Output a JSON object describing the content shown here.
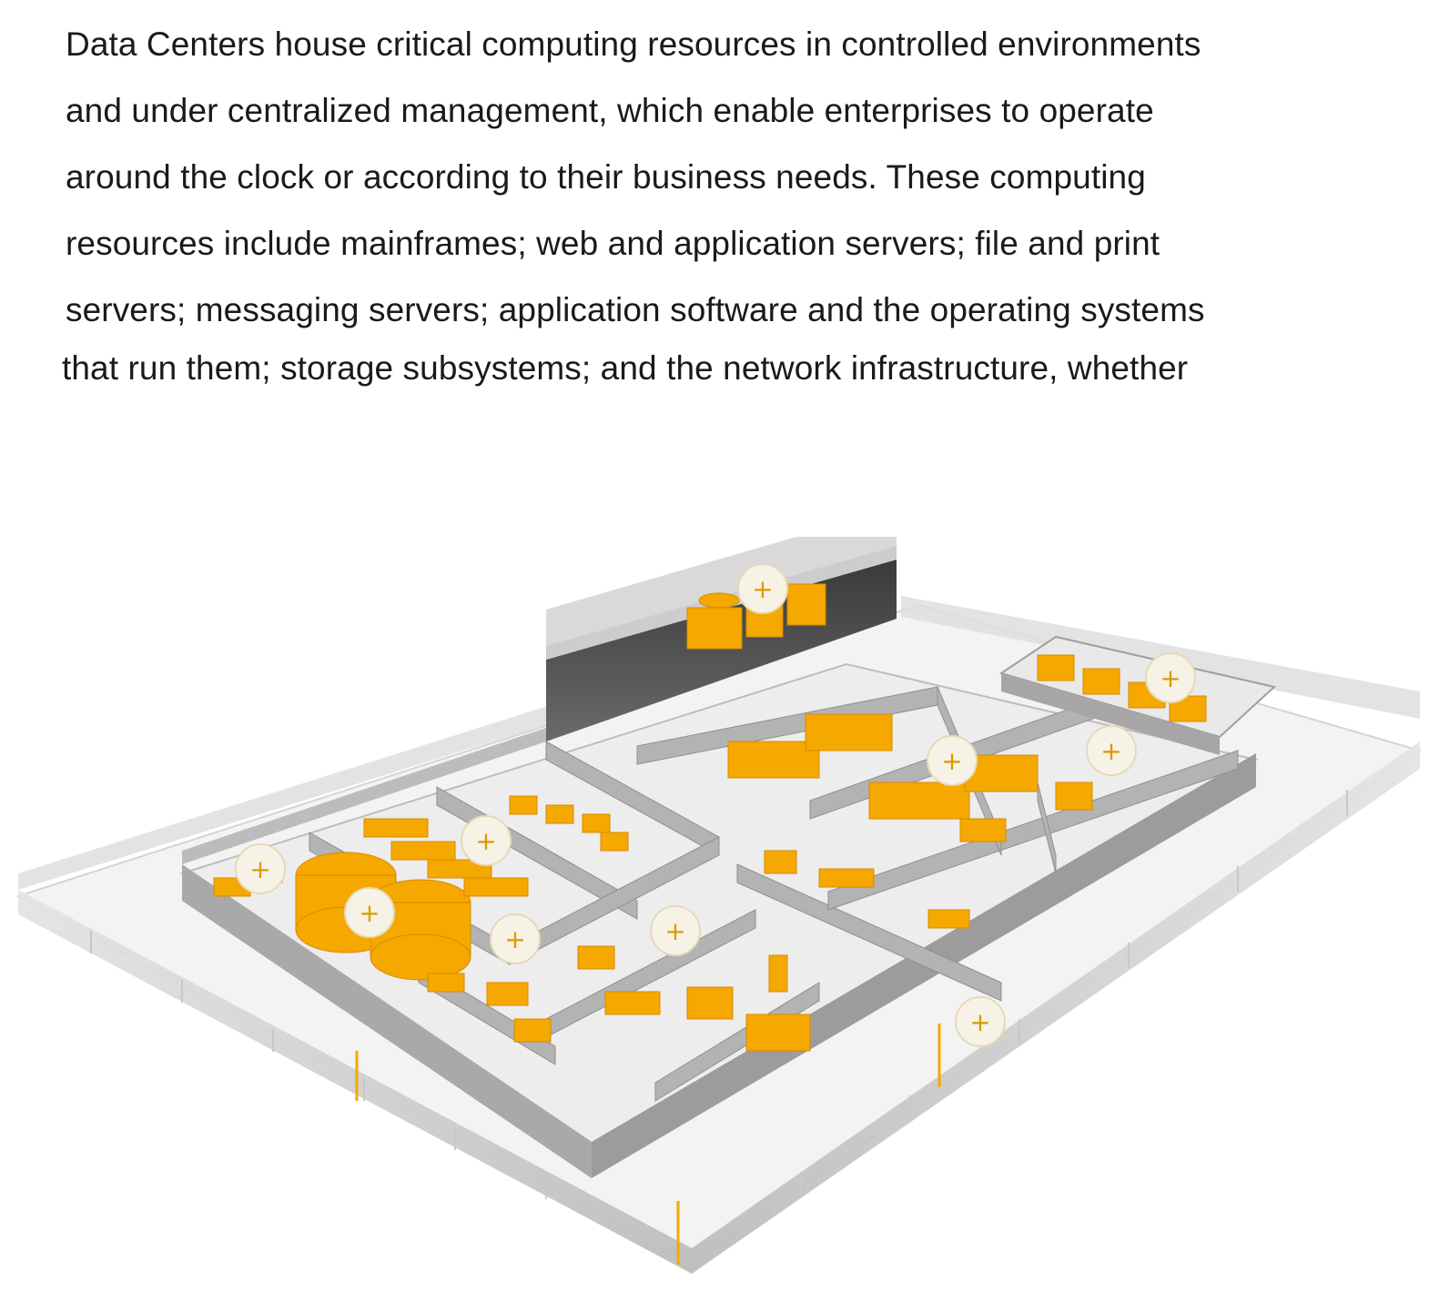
{
  "document": {
    "paragraph_lines": [
      "Data Centers house critical computing resources in controlled environments",
      "and under centralized management, which enable enterprises to operate",
      "around the clock or according to their business needs. These computing",
      "resources include mainframes; web and application servers; file and print",
      "servers; messaging servers; application software and the operating systems",
      "that run them; storage subsystems; and the network infrastructure, whether"
    ]
  },
  "illustration": {
    "floor_color": "#f1f1f1",
    "wall_color": "#a8a8a8",
    "wall_top_color": "#d9d9d9",
    "equipment_color": "#f5a800",
    "marker_fill": "#f7f2e6",
    "marker_symbol_color": "#d99a00",
    "marker_symbol": "+"
  }
}
